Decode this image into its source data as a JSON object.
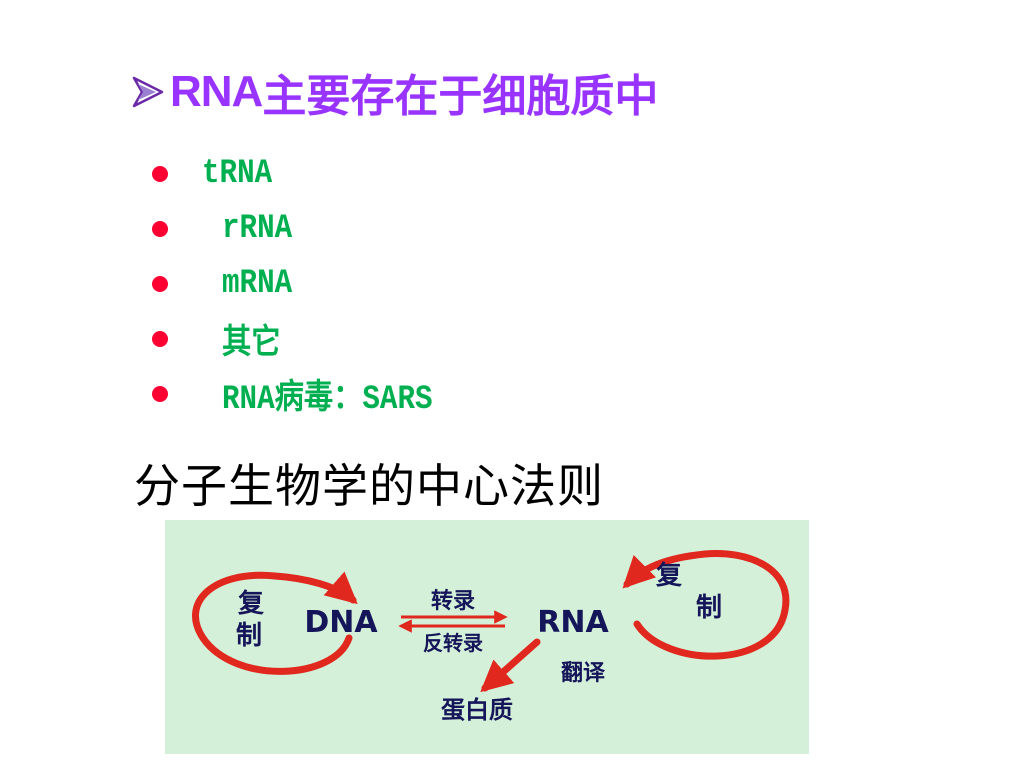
{
  "title": {
    "prefix": "RNA",
    "text": "主要存在于细胞质中"
  },
  "bullets": [
    "tRNA",
    "rRNA",
    "mRNA",
    "其它",
    "RNA病毒：SARS"
  ],
  "subtitle": "分子生物学的中心法则",
  "diagram": {
    "dna": "DNA",
    "rna": "RNA",
    "transcription": "转录",
    "reverse_transcription": "反转录",
    "translation": "翻译",
    "protein": "蛋白质",
    "replication_left_top": "复",
    "replication_left_bottom": "制",
    "replication_right_top": "复",
    "replication_right_bottom": "制"
  },
  "colors": {
    "title": "#9933ff",
    "bullet_text": "#00b050",
    "bullet_dot": "#ff0033",
    "diagram_background": "#d5f0d8",
    "diagram_arrow": "#e0281e",
    "diagram_text": "#15155a"
  }
}
